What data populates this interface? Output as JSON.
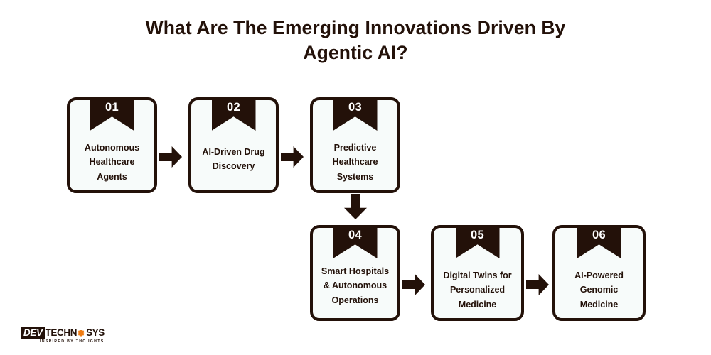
{
  "title": "What Are The Emerging Innovations Driven By Agentic AI?",
  "colors": {
    "ink": "#231109",
    "card_fill": "#f7fbfa",
    "background": "#ffffff",
    "logo_accent": "#f07c12"
  },
  "steps": [
    {
      "number": "01",
      "label": "Autonomous Healthcare Agents"
    },
    {
      "number": "02",
      "label": "AI-Driven Drug Discovery"
    },
    {
      "number": "03",
      "label": "Predictive Healthcare Systems"
    },
    {
      "number": "04",
      "label": "Smart Hospitals & Autonomous Operations"
    },
    {
      "number": "05",
      "label": "Digital Twins for Personalized Medicine"
    },
    {
      "number": "06",
      "label": "AI-Powered Genomic Medicine"
    }
  ],
  "connectors": [
    {
      "name": "arrow-step1-to-step2",
      "direction": "right"
    },
    {
      "name": "arrow-step2-to-step3",
      "direction": "right"
    },
    {
      "name": "arrow-step3-to-step4",
      "direction": "down"
    },
    {
      "name": "arrow-step4-to-step5",
      "direction": "right"
    },
    {
      "name": "arrow-step5-to-step6",
      "direction": "right"
    }
  ],
  "logo": {
    "mark": "DEV",
    "word_left": "TECHN",
    "word_right": "SYS",
    "gear_icon": "gear-icon",
    "tagline": "INSPIRED BY THOUGHTS"
  }
}
